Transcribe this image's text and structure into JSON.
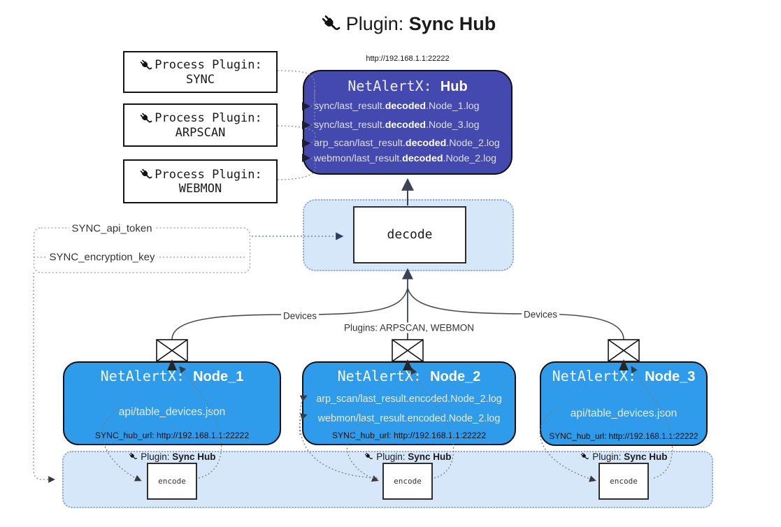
{
  "title": {
    "label": "Plugin:",
    "bold": "Sync Hub"
  },
  "process_plugins": [
    {
      "label": "Process Plugin:",
      "name": "SYNC"
    },
    {
      "label": "Process Plugin:",
      "name": "ARPSCAN"
    },
    {
      "label": "Process Plugin:",
      "name": "WEBMON"
    }
  ],
  "hub": {
    "url": "http://192.168.1.1:22222",
    "title": "NetAlertX:",
    "title_bold": "Hub",
    "logs": [
      {
        "pre": "sync/last_result.",
        "bold": "decoded",
        "post": ".Node_1.log"
      },
      {
        "pre": "sync/last_result.",
        "bold": "decoded",
        "post": ".Node_3.log"
      },
      {
        "pre": "arp_scan/last_result.",
        "bold": "decoded",
        "post": ".Node_2.log"
      },
      {
        "pre": "webmon/last_result.",
        "bold": "decoded",
        "post": ".Node_2.log"
      }
    ]
  },
  "decode_label": "decode",
  "settings": {
    "api_token": "SYNC_api_token",
    "encryption_key": "SYNC_encryption_key"
  },
  "edge_labels": {
    "left": "Devices",
    "middle": "Plugins: ARPSCAN, WEBMON",
    "right": "Devices"
  },
  "nodes": [
    {
      "title": "NetAlertX:",
      "title_bold": "Node_1",
      "lines": [
        "api/table_devices.json"
      ],
      "hub_url": "SYNC_hub_url: http://192.168.1.1:22222"
    },
    {
      "title": "NetAlertX:",
      "title_bold": "Node_2",
      "lines": [
        "arp_scan/last_result.encoded.Node_2.log",
        "webmon/last_result.encoded.Node_2.log"
      ],
      "hub_url": "SYNC_hub_url: http://192.168.1.1:22222"
    },
    {
      "title": "NetAlertX:",
      "title_bold": "Node_3",
      "lines": [
        "api/table_devices.json"
      ],
      "hub_url": "SYNC_hub_url: http://192.168.1.1:22222"
    }
  ],
  "encoders": [
    {
      "label": "Plugin:",
      "label_bold": "Sync Hub",
      "box": "encode"
    },
    {
      "label": "Plugin:",
      "label_bold": "Sync Hub",
      "box": "encode"
    },
    {
      "label": "Plugin:",
      "label_bold": "Sync Hub",
      "box": "encode"
    }
  ],
  "icons": {
    "plug": "plug-icon",
    "envelope": "envelope-icon"
  },
  "colors": {
    "hub_fill": "#4349AE",
    "node_fill": "#2E9CEA",
    "container_fill": "#D7E7FA",
    "container_border": "#8FA9C9",
    "hub_text": "#DFDFEF",
    "node_text": "#E9E9E9"
  }
}
